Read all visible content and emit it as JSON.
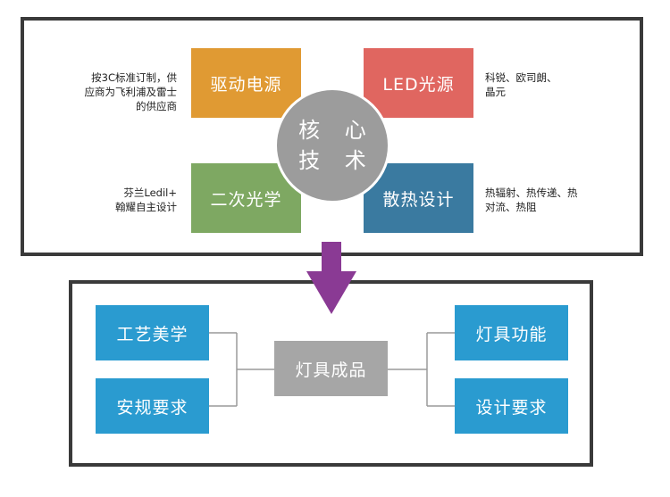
{
  "top": {
    "core": {
      "line1": "核 心",
      "line2": "技 术"
    },
    "boxes": {
      "power": {
        "label": "驱动电源",
        "color": "#e09a33"
      },
      "led": {
        "label": "LED光源",
        "color": "#e06660"
      },
      "optics": {
        "label": "二次光学",
        "color": "#7ea862"
      },
      "thermal": {
        "label": "散热设计",
        "color": "#3a7aa0"
      }
    },
    "notes": {
      "power": [
        "按3C标准订制，供",
        "应商为飞利浦及雷士",
        "的供应商"
      ],
      "led": [
        "科锐、欧司朗、",
        "晶元"
      ],
      "optics": [
        "芬兰Ledil+",
        "翰耀自主设计"
      ],
      "thermal": [
        "热辐射、热传递、热",
        "对流、热阻"
      ]
    }
  },
  "arrow_color": "#8a3a94",
  "bottom": {
    "center": {
      "label": "灯具成品",
      "color": "#a6a6a6"
    },
    "left": [
      {
        "label": "工艺美学"
      },
      {
        "label": "安规要求"
      }
    ],
    "right": [
      {
        "label": "灯具功能"
      },
      {
        "label": "设计要求"
      }
    ],
    "box_color": "#2a9bd0"
  }
}
